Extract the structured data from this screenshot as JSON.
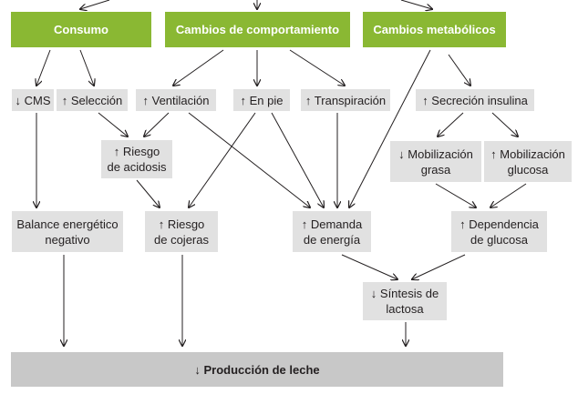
{
  "headers": {
    "consumo": "Consumo",
    "comportamiento": "Cambios de comportamiento",
    "metabolicos": "Cambios metabólicos"
  },
  "nodes": {
    "cms": "↓ CMS",
    "seleccion": "↑ Selección",
    "ventilacion": "↑ Ventilación",
    "en_pie": "↑ En pie",
    "transpiracion": "↑ Transpiración",
    "secrecion": "↑ Secreción insulina",
    "riesgo_acidosis": "↑ Riesgo\nde acidosis",
    "mobilizacion_grasa": "↓ Mobilización\ngrasa",
    "mobilizacion_glucosa": "↑ Mobilización\nglucosa",
    "balance": "Balance energético\nnegativo",
    "riesgo_cojeras": "↑ Riesgo\nde cojeras",
    "demanda": "↑ Demanda\nde energía",
    "dependencia": "↑ Dependencia\nde glucosa",
    "sintesis": "↓ Síntesis de\nlactosa"
  },
  "result": "↓ Producción de leche",
  "colors": {
    "green": "#8ab833",
    "grey_box": "#e1e1e1",
    "result_bar": "#c8c8c8",
    "arrow": "#231f20"
  }
}
